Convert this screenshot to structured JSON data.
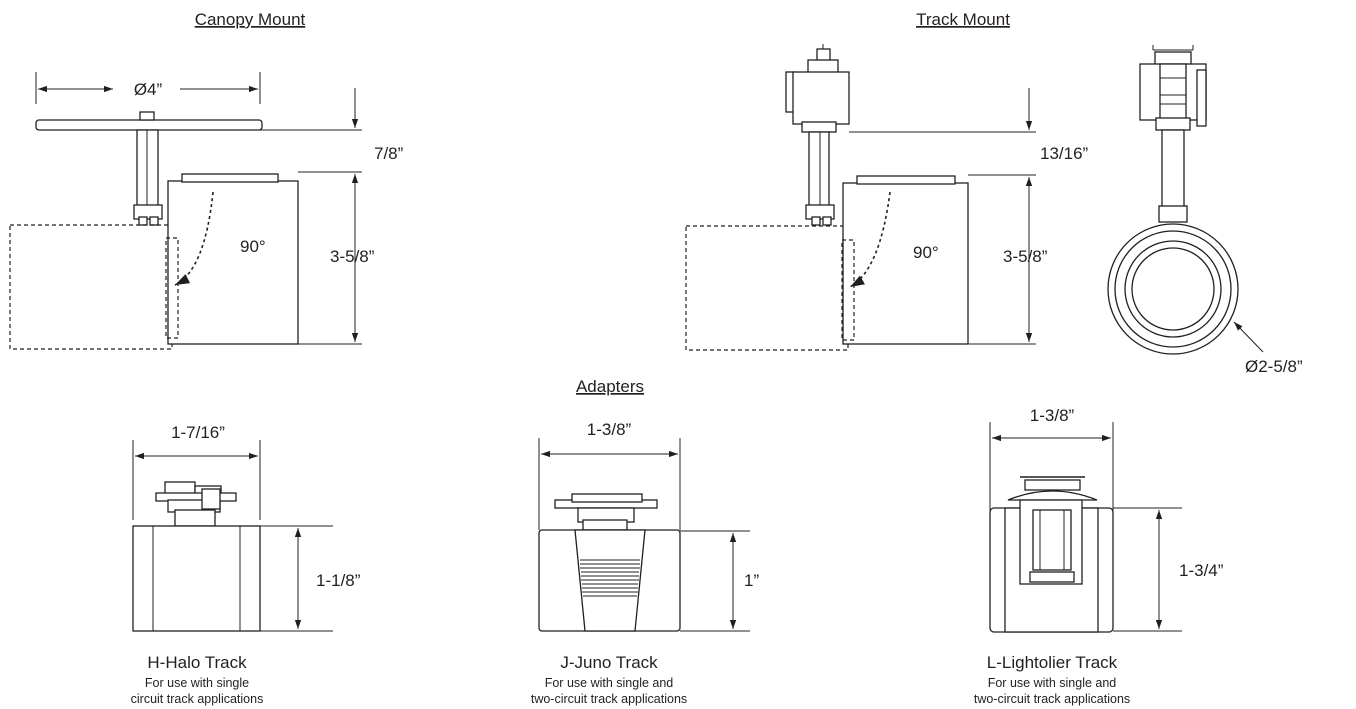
{
  "sections": {
    "canopy": {
      "title": "Canopy Mount"
    },
    "track": {
      "title": "Track Mount"
    },
    "adapters": {
      "title": "Adapters"
    }
  },
  "canopy": {
    "dim_diameter": "Ø4”",
    "dim_top": "7/8”",
    "dim_height": "3-5/8”",
    "angle": "90°"
  },
  "track": {
    "dim_top": "13/16”",
    "dim_height": "3-5/8”",
    "angle": "90°",
    "dim_diameter": "Ø2-5/8”"
  },
  "adapters": [
    {
      "width": "1-7/16”",
      "height": "1-1/8”",
      "name": "H-Halo Track",
      "desc_line1": "For use with single",
      "desc_line2": "circuit track applications"
    },
    {
      "width": "1-3/8”",
      "height": "1”",
      "name": "J-Juno Track",
      "desc_line1": "For use with single and",
      "desc_line2": "two-circuit track applications"
    },
    {
      "width": "1-3/8”",
      "height": "1-3/4”",
      "name": "L-Lightolier Track",
      "desc_line1": "For use with single and",
      "desc_line2": "two-circuit track applications"
    }
  ]
}
